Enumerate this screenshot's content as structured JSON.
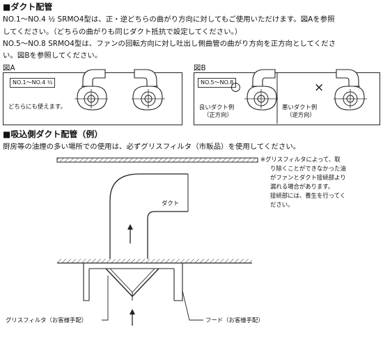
{
  "section1": {
    "heading": "■ダクト配管",
    "lines": [
      "NO.1〜NO.4 ½ SRMO4型は、正・逆どちらの曲がり方向に対してもご使用いただけます。図Aを参照",
      "してください。（どちらの曲がりも同じダクト抵抗で設定してください。）",
      "NO.5〜NO.8 SRMO4型は、ファンの回転方向に対し吐出し側曲管の曲がり方向を正方向としてくださ",
      "い。図Bを参照してください。"
    ]
  },
  "figA": {
    "title": "図A",
    "tag": "NO.1〜NO.4 ½",
    "caption": "どちらにも使えます。"
  },
  "figB": {
    "title": "図B",
    "tag": "NO.5〜NO.8",
    "good_mark": "○",
    "good_label": "良いダクト例",
    "good_sub": "（正方向）",
    "bad_mark": "×",
    "bad_label": "悪いダクト例",
    "bad_sub": "（逆方向）"
  },
  "section2": {
    "heading": "■吸込側ダクト配管（例）",
    "line": "厨房等の油煙の多い場所での使用は、必ずグリスフィルタ（市販品）を使用してください。",
    "note": [
      "※グリスフィルタによって、取",
      "り除くことができなかった油",
      "がファンとダクト接続部より",
      "漏れる場合があります。",
      "接続部には、養生を行ってく",
      "ださい。"
    ],
    "duct_label": "ダクト",
    "filter_label": "グリスフィルタ（お客様手配）",
    "hood_label": "フード（お客様手配）"
  }
}
